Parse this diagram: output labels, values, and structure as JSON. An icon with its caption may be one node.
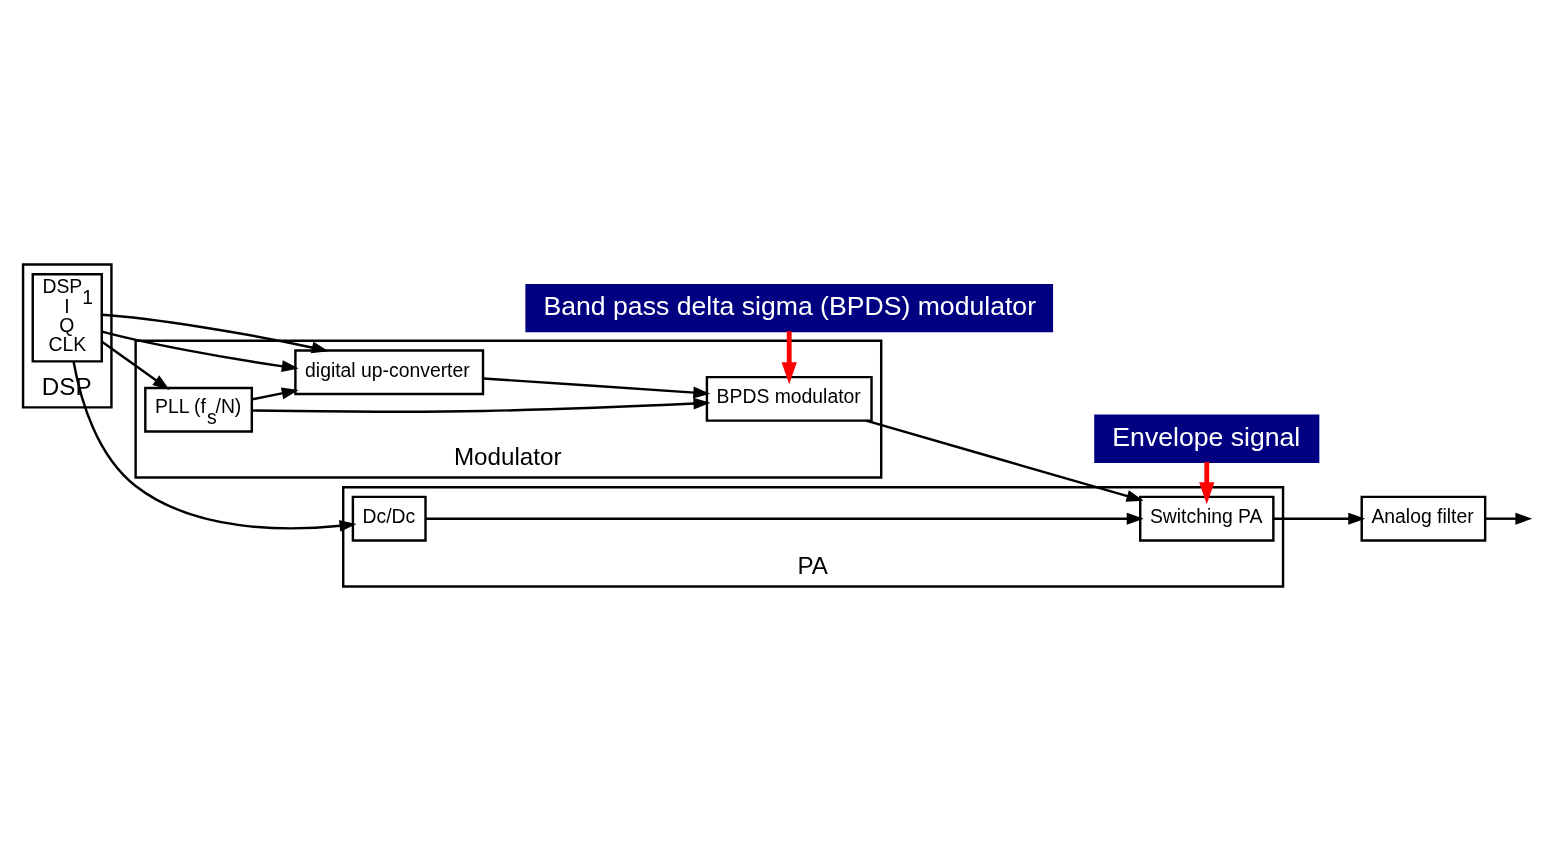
{
  "diagram": {
    "nodes": [
      {
        "text": [
          "DSP"
        ]
      },
      {
        "text": [
          "DSP$_{1}$",
          "I",
          "Q",
          "CLK"
        ],
        "in": 0
      },
      {
        "text": [
          "Modulator"
        ]
      },
      {
        "text": [
          "digital up-converter"
        ],
        "in": 2
      },
      {
        "text": [
          "BPDS modulator"
        ],
        "in": 2
      },
      {
        "text": [
          "PLL (f$_{s}$/N)"
        ],
        "in": 2
      },
      {
        "text": [
          "PA"
        ]
      },
      {
        "text": [
          "Dc/Dc"
        ],
        "in": 6
      },
      {
        "text": [
          "Switching PA"
        ],
        "in": 6
      },
      {
        "text": [
          "Analog filter"
        ]
      },
      {
        "text": [
          "Envelope signal"
        ]
      },
      {
        "text": [
          "Band pass delta sigma (BPDS) modulator"
        ]
      }
    ],
    "edges": [
      {
        "from": 1,
        "to": 7,
        "arrow": "to"
      },
      {
        "from": 1,
        "to": 3,
        "arrow": "to"
      },
      {
        "from": 1,
        "to": 3,
        "arrow": "to"
      },
      {
        "from": 1,
        "to": 5,
        "arrow": "to"
      },
      {
        "from": 3,
        "to": 4,
        "arrow": "to"
      },
      {
        "from": 5,
        "to": 3,
        "arrow": "to"
      },
      {
        "from": 5,
        "to": 4,
        "arrow": "to"
      },
      {
        "from": 4,
        "to": 8,
        "arrow": "to"
      },
      {
        "from": 7,
        "to": 8,
        "arrow": "to"
      },
      {
        "from": 8,
        "to": 9,
        "arrow": "to"
      },
      {
        "from": 9,
        "to": null,
        "arrow": "to"
      },
      {
        "from": 10,
        "to": 8,
        "arrow": "to",
        "style": "thick",
        "color": "#ff0000"
      },
      {
        "from": 11,
        "to": 4,
        "arrow": "to",
        "style": "thick",
        "color": "#ff0000"
      }
    ]
  }
}
